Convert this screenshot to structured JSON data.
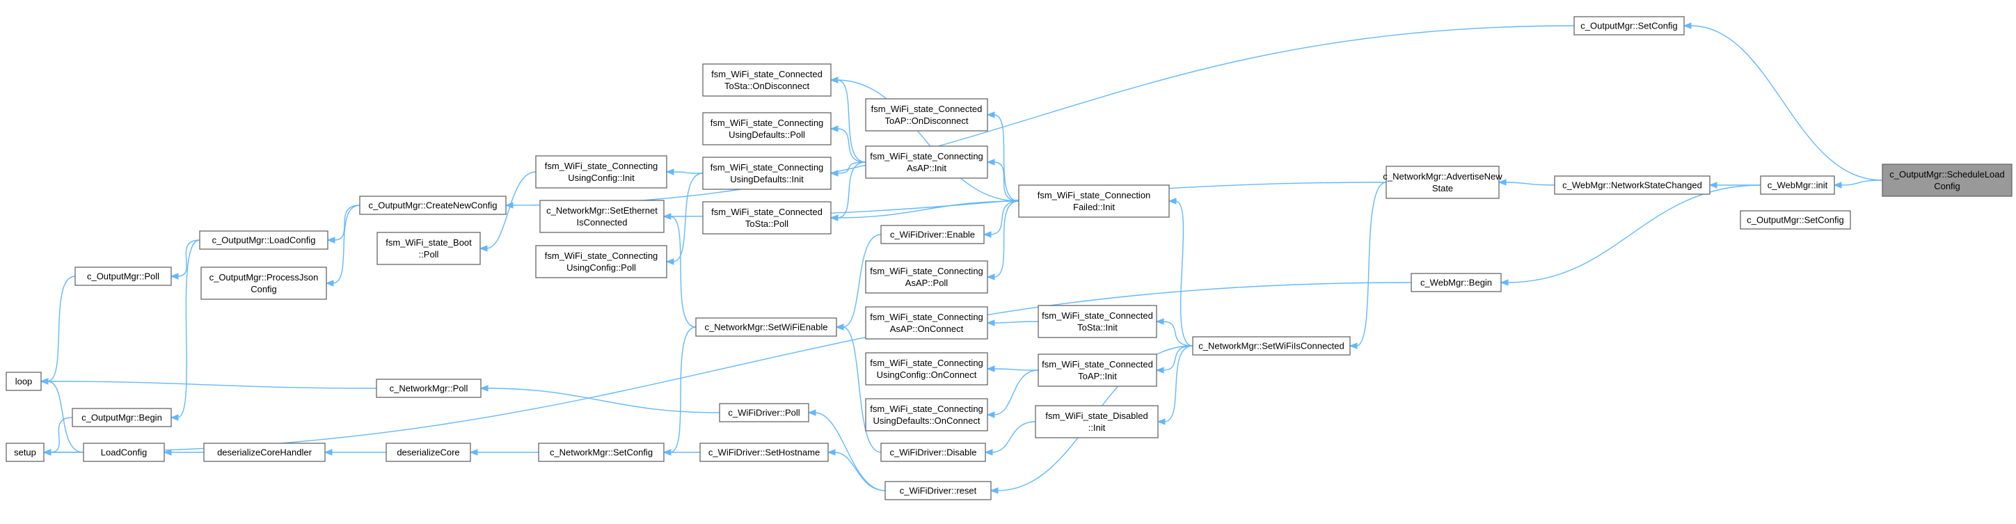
{
  "diagram": {
    "type": "call-graph",
    "colors": {
      "edge": "#63b8ff",
      "node_border": "#666666",
      "node_fill": "#ffffff",
      "root_fill": "#999999",
      "text": "#000000"
    },
    "nodes": [
      {
        "id": "schedule",
        "lines": [
          "c_OutputMgr::ScheduleLoad",
          "Config"
        ],
        "root": true
      },
      {
        "id": "setconfig_top",
        "lines": [
          "c_OutputMgr::SetConfig"
        ]
      },
      {
        "id": "setconfig_right",
        "lines": [
          "c_OutputMgr::SetConfig"
        ]
      },
      {
        "id": "webmgr_init",
        "lines": [
          "c_WebMgr::init"
        ]
      },
      {
        "id": "netstate_changed",
        "lines": [
          "c_WebMgr::NetworkStateChanged"
        ]
      },
      {
        "id": "webmgr_begin",
        "lines": [
          "c_WebMgr::Begin"
        ]
      },
      {
        "id": "advertise",
        "lines": [
          "c_NetworkMgr::AdvertiseNew",
          "State"
        ]
      },
      {
        "id": "setwifi_connected",
        "lines": [
          "c_NetworkMgr::SetWiFiIsConnected"
        ]
      },
      {
        "id": "conn_failed_init",
        "lines": [
          "fsm_WiFi_state_Connection",
          "Failed::Init"
        ]
      },
      {
        "id": "connected_tosta_init",
        "lines": [
          "fsm_WiFi_state_Connected",
          "ToSta::Init"
        ]
      },
      {
        "id": "connected_toap_init",
        "lines": [
          "fsm_WiFi_state_Connected",
          "ToAP::Init"
        ]
      },
      {
        "id": "disabled_init",
        "lines": [
          "fsm_WiFi_state_Disabled",
          "::Init"
        ]
      },
      {
        "id": "wifi_reset",
        "lines": [
          "c_WiFiDriver::reset"
        ]
      },
      {
        "id": "tosta_ondisconnect",
        "lines": [
          "fsm_WiFi_state_Connected",
          "ToSta::OnDisconnect"
        ]
      },
      {
        "id": "toap_ondisconnect",
        "lines": [
          "fsm_WiFi_state_Connected",
          "ToAP::OnDisconnect"
        ]
      },
      {
        "id": "asap_init",
        "lines": [
          "fsm_WiFi_state_Connecting",
          "AsAP::Init"
        ]
      },
      {
        "id": "wifi_enable",
        "lines": [
          "c_WiFiDriver::Enable"
        ]
      },
      {
        "id": "asap_poll",
        "lines": [
          "fsm_WiFi_state_Connecting",
          "AsAP::Poll"
        ]
      },
      {
        "id": "asap_onconnect",
        "lines": [
          "fsm_WiFi_state_Connecting",
          "AsAP::OnConnect"
        ]
      },
      {
        "id": "usingconfig_onconnect",
        "lines": [
          "fsm_WiFi_state_Connecting",
          "UsingConfig::OnConnect"
        ]
      },
      {
        "id": "usingdefaults_onconnect",
        "lines": [
          "fsm_WiFi_state_Connecting",
          "UsingDefaults::OnConnect"
        ]
      },
      {
        "id": "wifi_disable",
        "lines": [
          "c_WiFiDriver::Disable"
        ]
      },
      {
        "id": "usingdefaults_poll",
        "lines": [
          "fsm_WiFi_state_Connecting",
          "UsingDefaults::Poll"
        ]
      },
      {
        "id": "usingdefaults_init",
        "lines": [
          "fsm_WiFi_state_Connecting",
          "UsingDefaults::Init"
        ]
      },
      {
        "id": "tosta_poll",
        "lines": [
          "fsm_WiFi_state_Connected",
          "ToSta::Poll"
        ]
      },
      {
        "id": "setwifi_enable",
        "lines": [
          "c_NetworkMgr::SetWiFiEnable"
        ]
      },
      {
        "id": "wifi_poll",
        "lines": [
          "c_WiFiDriver::Poll"
        ]
      },
      {
        "id": "wifi_sethostname",
        "lines": [
          "c_WiFiDriver::SetHostname"
        ]
      },
      {
        "id": "usingconfig_init",
        "lines": [
          "fsm_WiFi_state_Connecting",
          "UsingConfig::Init"
        ]
      },
      {
        "id": "set_ethernet",
        "lines": [
          "c_NetworkMgr::SetEthernet",
          "IsConnected"
        ]
      },
      {
        "id": "usingconfig_poll",
        "lines": [
          "fsm_WiFi_state_Connecting",
          "UsingConfig::Poll"
        ]
      },
      {
        "id": "netmgr_setconfig",
        "lines": [
          "c_NetworkMgr::SetConfig"
        ]
      },
      {
        "id": "boot_poll",
        "lines": [
          "fsm_WiFi_state_Boot",
          "::Poll"
        ]
      },
      {
        "id": "netmgr_poll",
        "lines": [
          "c_NetworkMgr::Poll"
        ]
      },
      {
        "id": "deserialize_core",
        "lines": [
          "deserializeCore"
        ]
      },
      {
        "id": "create_new_config",
        "lines": [
          "c_OutputMgr::CreateNewConfig"
        ]
      },
      {
        "id": "load_config_mgr",
        "lines": [
          "c_OutputMgr::LoadConfig"
        ]
      },
      {
        "id": "process_json",
        "lines": [
          "c_OutputMgr::ProcessJson",
          "Config"
        ]
      },
      {
        "id": "deserialize_handler",
        "lines": [
          "deserializeCoreHandler"
        ]
      },
      {
        "id": "outputmgr_poll",
        "lines": [
          "c_OutputMgr::Poll"
        ]
      },
      {
        "id": "outputmgr_begin",
        "lines": [
          "c_OutputMgr::Begin"
        ]
      },
      {
        "id": "load_config",
        "lines": [
          "LoadConfig"
        ]
      },
      {
        "id": "loop",
        "lines": [
          "loop"
        ]
      },
      {
        "id": "setup",
        "lines": [
          "setup"
        ]
      }
    ],
    "edges": [
      [
        "webmgr_init",
        "schedule"
      ],
      [
        "setconfig_top",
        "schedule"
      ],
      [
        "netstate_changed",
        "webmgr_init"
      ],
      [
        "webmgr_begin",
        "webmgr_init"
      ],
      [
        "advertise",
        "netstate_changed"
      ],
      [
        "setwifi_connected",
        "advertise"
      ],
      [
        "create_new_config",
        "setconfig_top"
      ],
      [
        "set_ethernet",
        "advertise"
      ],
      [
        "conn_failed_init",
        "setwifi_connected"
      ],
      [
        "connected_tosta_init",
        "setwifi_connected"
      ],
      [
        "connected_toap_init",
        "setwifi_connected"
      ],
      [
        "disabled_init",
        "setwifi_connected"
      ],
      [
        "wifi_reset",
        "setwifi_connected"
      ],
      [
        "tosta_ondisconnect",
        "conn_failed_init"
      ],
      [
        "toap_ondisconnect",
        "conn_failed_init"
      ],
      [
        "asap_init",
        "conn_failed_init"
      ],
      [
        "tosta_poll",
        "conn_failed_init"
      ],
      [
        "wifi_enable",
        "conn_failed_init"
      ],
      [
        "asap_poll",
        "conn_failed_init"
      ],
      [
        "asap_onconnect",
        "connected_tosta_init"
      ],
      [
        "usingconfig_onconnect",
        "connected_toap_init"
      ],
      [
        "usingdefaults_onconnect",
        "connected_toap_init"
      ],
      [
        "wifi_disable",
        "disabled_init"
      ],
      [
        "tosta_ondisconnect",
        "asap_init"
      ],
      [
        "usingdefaults_poll",
        "asap_init"
      ],
      [
        "usingdefaults_init",
        "asap_init"
      ],
      [
        "tosta_poll",
        "asap_init"
      ],
      [
        "setwifi_enable",
        "wifi_enable"
      ],
      [
        "setwifi_enable",
        "wifi_disable"
      ],
      [
        "wifi_poll",
        "wifi_reset"
      ],
      [
        "wifi_sethostname",
        "wifi_reset"
      ],
      [
        "usingconfig_init",
        "usingdefaults_init"
      ],
      [
        "usingconfig_poll",
        "usingdefaults_init"
      ],
      [
        "set_ethernet",
        "setwifi_enable"
      ],
      [
        "netmgr_setconfig",
        "setwifi_enable"
      ],
      [
        "netmgr_setconfig",
        "wifi_sethostname"
      ],
      [
        "netmgr_poll",
        "wifi_poll"
      ],
      [
        "boot_poll",
        "usingconfig_init"
      ],
      [
        "deserialize_core",
        "netmgr_setconfig"
      ],
      [
        "load_config_mgr",
        "create_new_config"
      ],
      [
        "process_json",
        "create_new_config"
      ],
      [
        "outputmgr_poll",
        "load_config_mgr"
      ],
      [
        "outputmgr_begin",
        "load_config_mgr"
      ],
      [
        "deserialize_handler",
        "deserialize_core"
      ],
      [
        "load_config",
        "deserialize_handler"
      ],
      [
        "loop",
        "outputmgr_poll"
      ],
      [
        "loop",
        "netmgr_poll"
      ],
      [
        "setup",
        "outputmgr_begin"
      ],
      [
        "setup",
        "load_config"
      ],
      [
        "loop",
        "load_config"
      ],
      [
        "setup",
        "webmgr_begin"
      ]
    ]
  }
}
